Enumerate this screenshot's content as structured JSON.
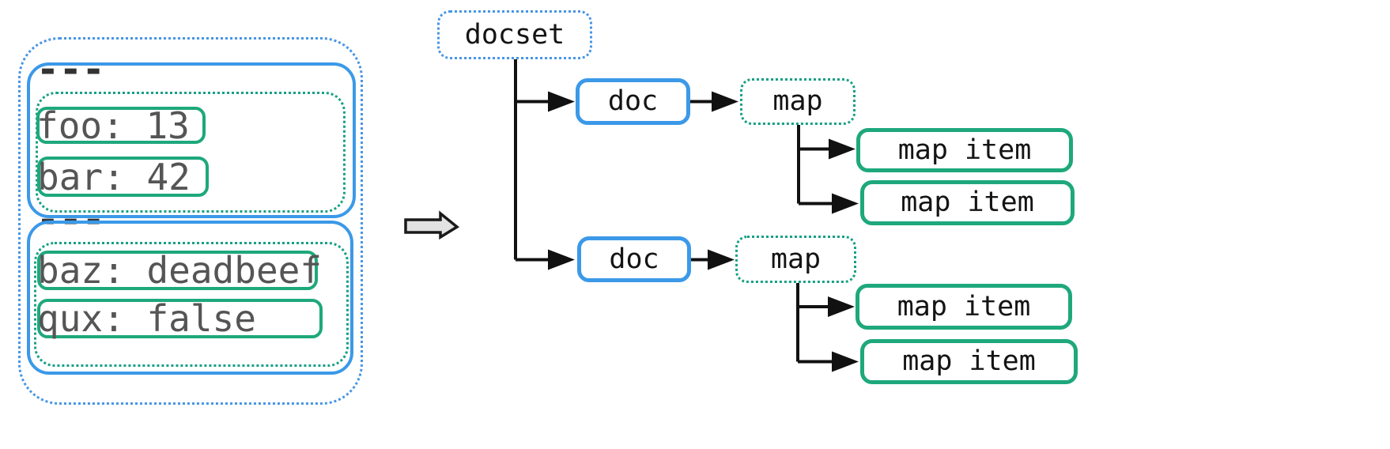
{
  "source_block": {
    "docs": [
      {
        "separator": "---",
        "entries": [
          {
            "text": "foo: 13"
          },
          {
            "text": "bar: 42"
          }
        ]
      },
      {
        "separator": "---",
        "entries": [
          {
            "text": "baz: deadbeef"
          },
          {
            "text": "qux: false"
          }
        ]
      }
    ]
  },
  "tree": {
    "root": {
      "label": "docset"
    },
    "branches": [
      {
        "doc": {
          "label": "doc"
        },
        "map": {
          "label": "map"
        },
        "items": [
          {
            "label": "map item"
          },
          {
            "label": "map item"
          }
        ]
      },
      {
        "doc": {
          "label": "doc"
        },
        "map": {
          "label": "map"
        },
        "items": [
          {
            "label": "map item"
          },
          {
            "label": "map item"
          }
        ]
      }
    ]
  },
  "icons": {
    "transform_arrow": "right-block-arrow"
  },
  "colors": {
    "docset_border_blue": "#4795e6",
    "doc_border_blue": "#3b99e8",
    "map_border_green": "#16a085",
    "item_border_green": "#1ea87c",
    "connector_black": "#111111",
    "yaml_text_gray": "#555555",
    "node_text_black": "#141414",
    "block_arrow_fill": "#e2e2e2"
  }
}
